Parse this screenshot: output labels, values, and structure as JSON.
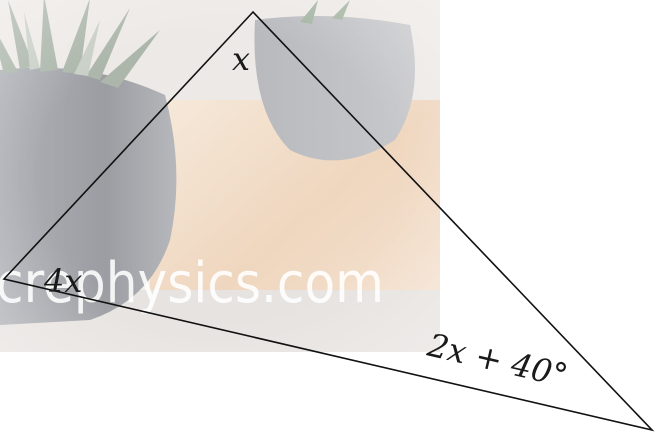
{
  "figure": {
    "watermark": "crephysics.com",
    "angles": {
      "top": "x",
      "left": "4x",
      "right": "2x + 40°"
    }
  },
  "colors": {
    "line": "#111111",
    "photo_base": "#e7dfd8",
    "pot_dark": "#6b6e75",
    "wood": "#e9c8a7"
  }
}
